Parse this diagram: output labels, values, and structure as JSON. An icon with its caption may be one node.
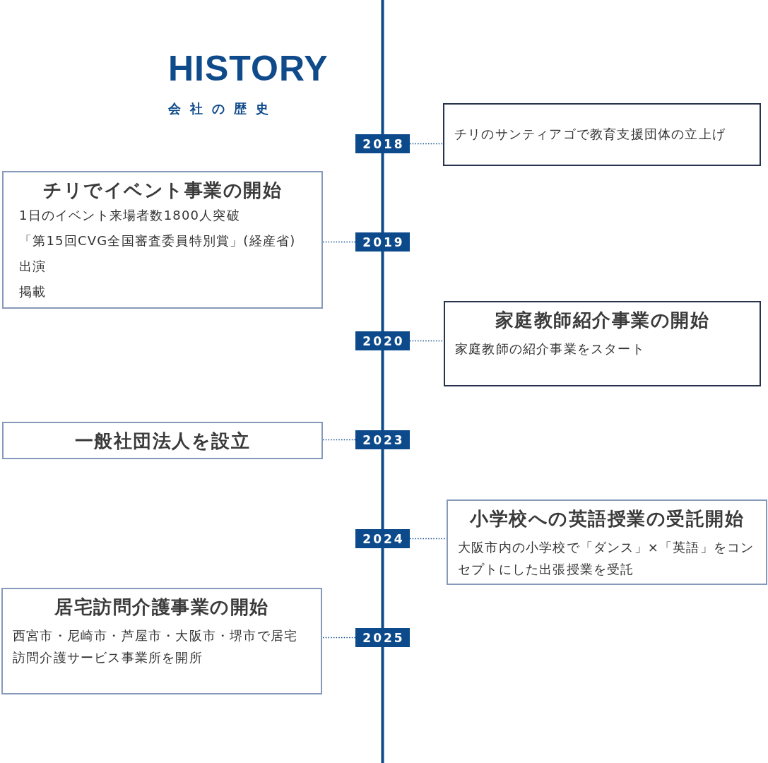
{
  "diagram": {
    "title": "HISTORY",
    "nodes": [
      {
        "text": [
          "2018"
        ]
      },
      {
        "text": [
          "チリのサンティアゴで教育支援団体の立上げ"
        ]
      },
      {
        "text": [
          "2019"
        ]
      },
      {
        "text": [
          "チリでイベント事業の開始",
          "1日のイベント来場者数1800人突破",
          "「第15回CVG全国審査委員特別賞」(経産省)",
          "出演",
          "掲載"
        ]
      },
      {
        "text": [
          "2020"
        ]
      },
      {
        "text": [
          "家庭教師紹介事業の開始",
          "家庭教師の紹介事業をスタート"
        ]
      },
      {
        "text": [
          "2023"
        ]
      },
      {
        "text": [
          "一般社団法人を設立"
        ]
      },
      {
        "text": [
          "2024"
        ]
      },
      {
        "text": [
          "小学校への英語授業の受託開始",
          "大阪市内の小学校で「ダンス」×「英語」をコンセプトにした出張授業を受託"
        ]
      },
      {
        "text": [
          "2025"
        ]
      },
      {
        "text": [
          "居宅訪問介護事業の開始",
          "西宮市・尼崎市・芦屋市・大阪市・堺市で居宅訪問介護サービス事業所を開所"
        ]
      }
    ],
    "edges": [
      {
        "from": 0,
        "to": 1,
        "arrow": "none",
        "style": "dashed"
      },
      {
        "from": 2,
        "to": 3,
        "arrow": "none",
        "style": "dashed"
      },
      {
        "from": 4,
        "to": 5,
        "arrow": "none",
        "style": "dashed"
      },
      {
        "from": 6,
        "to": 7,
        "arrow": "none",
        "style": "dashed"
      },
      {
        "from": 8,
        "to": 9,
        "arrow": "none",
        "style": "dashed"
      },
      {
        "from": 10,
        "to": 11,
        "arrow": "none",
        "style": "dashed"
      }
    ],
    "labels": [
      "会社の歴史"
    ]
  }
}
